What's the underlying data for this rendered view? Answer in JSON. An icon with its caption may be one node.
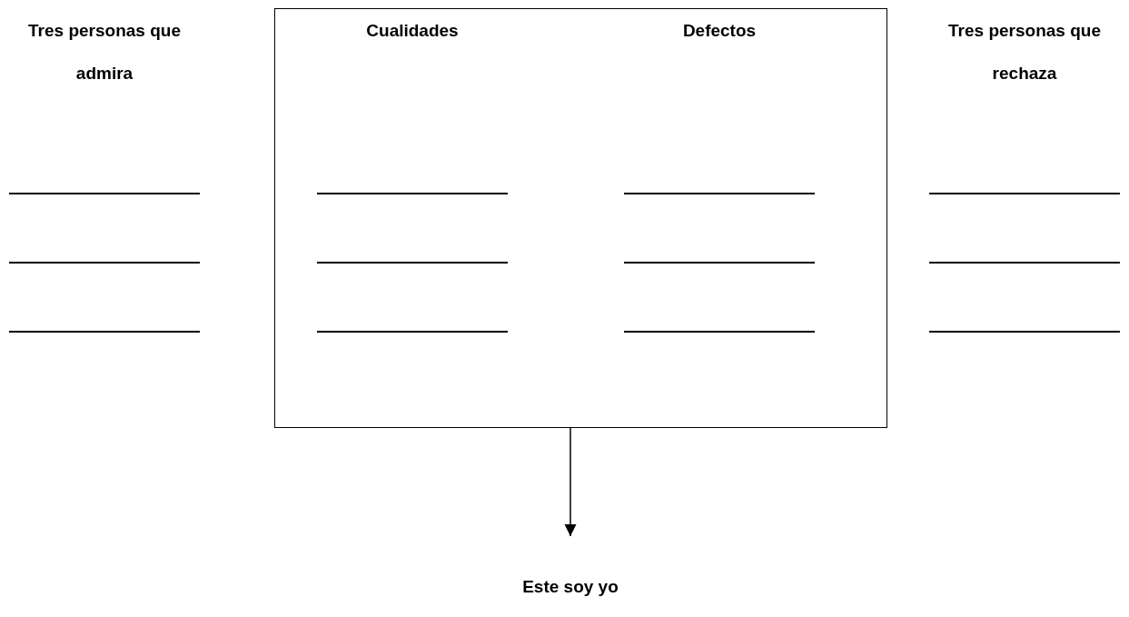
{
  "diagram": {
    "nodes": [
      {
        "text": [
          "Cualidades",
          "Defectos"
        ]
      },
      {
        "text": [
          "Este soy yo"
        ]
      }
    ],
    "edges": [
      {
        "from": 0,
        "to": 1,
        "arrow": "to"
      }
    ],
    "labels": [
      "Tres personas que admira",
      "Tres personas que rechaza"
    ]
  }
}
